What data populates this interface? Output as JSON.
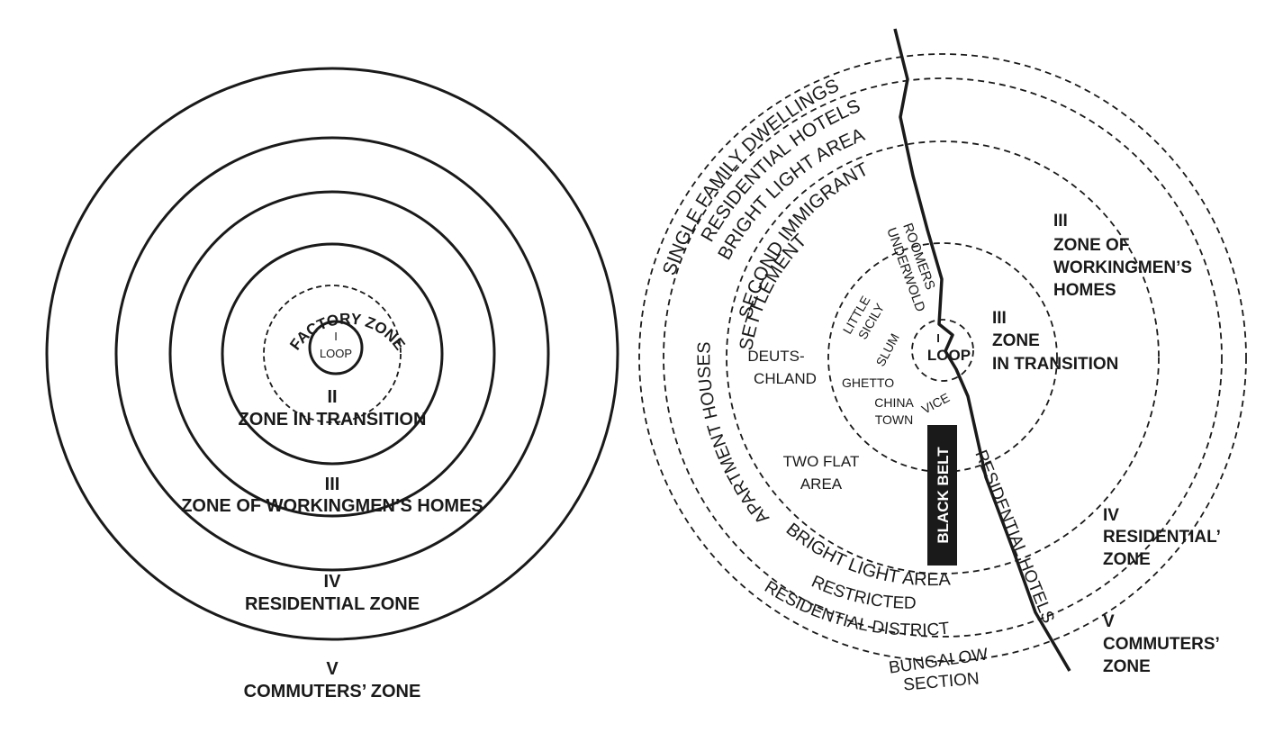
{
  "ink": "#1a1a1a",
  "background": "#ffffff",
  "left_diagram": {
    "loop_numeral": "I",
    "loop_label": "LOOP",
    "factory_zone": "FACTORY ZONE",
    "zone2_numeral": "II",
    "zone2_label": "ZONE IN TRANSITION",
    "zone3_numeral": "III",
    "zone3_label": "ZONE OF WORKINGMEN’S HOMES",
    "zone4_numeral": "IV",
    "zone4_label": "RESIDENTIAL ZONE",
    "zone5_numeral": "V",
    "zone5_label": "COMMUTERS’ ZONE"
  },
  "right_diagram": {
    "loop_numeral": "I",
    "loop_label": "LOOP",
    "zone_transition_numeral": "III",
    "zone_transition_line1": "ZONE",
    "zone_transition_line2": "IN TRANSITION",
    "zone_workingmen_numeral": "III",
    "zone_workingmen_line1": "ZONE OF",
    "zone_workingmen_line2": "WORKINGMEN’S",
    "zone_workingmen_line3": "HOMES",
    "residential_numeral": "IV",
    "residential_line1": "RESIDENTIAL’",
    "residential_line2": "ZONE",
    "commuters_numeral": "V",
    "commuters_line1": "COMMUTERS’",
    "commuters_line2": "ZONE",
    "single_family": "SINGLE FAMILY DWELLINGS",
    "residential_hotels_top": "RESIDENTIAL HOTELS",
    "bright_light_top": "BRIGHT LIGHT AREA",
    "second_immigrant_1": "SECOND IMMIGRANT",
    "second_immigrant_2": "SETTLEMENT",
    "roomers": "ROOMERS",
    "underworld": "UNDERWOLD",
    "little": "LITTLE",
    "sicily": "SICILY",
    "slum": "SLUM",
    "deutschland_1": "DEUTS-",
    "deutschland_2": "CHLAND",
    "ghetto": "GHETTO",
    "china": "CHINA",
    "town": "TOWN",
    "vice": "VICE",
    "black_belt": "BLACK BELT",
    "residential_hotels_road": "RESIDENTIAL HOTELS",
    "two_flat_1": "TWO FLAT",
    "two_flat_2": "AREA",
    "apartment_houses": "APARTMENT HOUSES",
    "bright_light_bottom": "BRIGHT LIGHT AREA",
    "restricted": "RESTRICTED",
    "residential_district": "RESIDENTIAL DISTRICT",
    "bungalow": "BUNGALOW",
    "section": "SECTION"
  }
}
